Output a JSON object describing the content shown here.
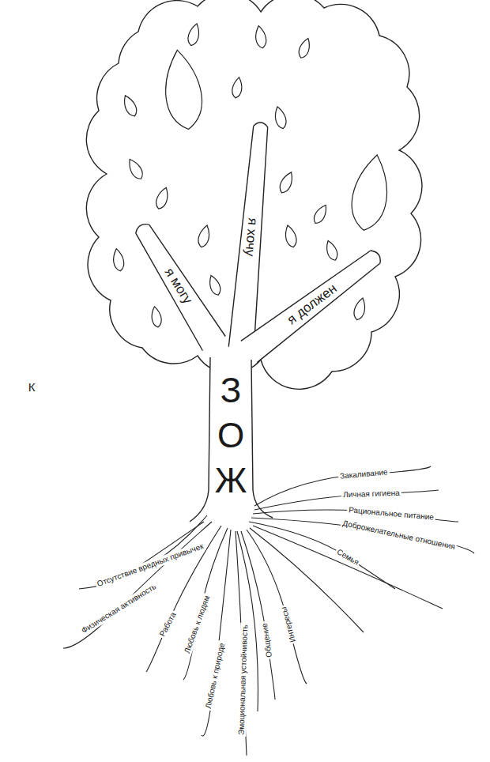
{
  "diagram": {
    "nodes": [
      {
        "text": [
          "ЗОЖ"
        ]
      },
      {
        "text": [
          "я могу"
        ]
      },
      {
        "text": [
          "я хочу"
        ]
      },
      {
        "text": [
          "я должен"
        ]
      }
    ],
    "labels": [
      "К",
      "Закаливание",
      "Личная гигиена",
      "Рациональное питание",
      "Доброжелательные отношения",
      "Семья",
      "Отсутствие вредных привычек",
      "Физическая активность",
      "Работа",
      "Любовь к людям",
      "Любовь к природе",
      "Эмоциональная устойчивость",
      "Общение",
      "Интересы"
    ]
  }
}
